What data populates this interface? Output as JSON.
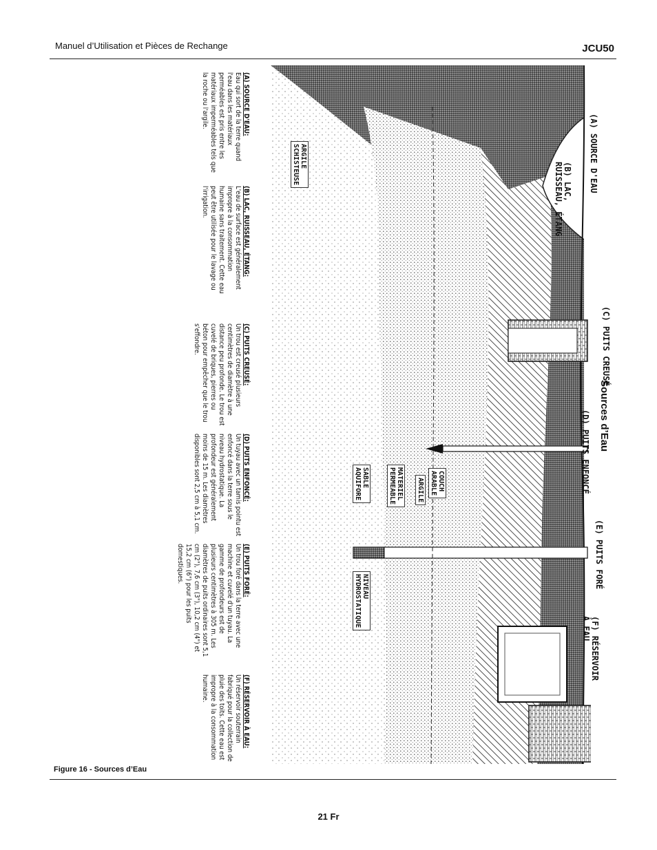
{
  "header": {
    "manual_title": "Manuel d’Utilisation et Pièces de Rechange",
    "model": "JCU50"
  },
  "section_title": "Sources d’Eau",
  "figure": {
    "caption": "Figure 16 - Sources d’Eau",
    "labels": {
      "a": "(A) SOURCE D'EAU",
      "b": "(B) LAC,\nRUISSEAU, ÉTANG",
      "c": "(C) PUITS CREUSÉ",
      "d": "(D) PUITS ENFONCÉ",
      "e": "(E) PUITS FORÉ",
      "f": "(F) RÉSERVOIR\nÀ EAU"
    },
    "strata": {
      "argile_schisteuse": "ARGILE\nSCHISTEUSE",
      "couche_arable": "COUCH\nARABLE",
      "argile": "ARGILE",
      "materiel_permeable": "MATERIEL\nPERMEABLE",
      "sable_aquifere": "SABLE\nAQUIFORE",
      "niveau_hydrostatique": "NIVEAU\nHYDROSTATIQUE"
    },
    "descriptions": [
      {
        "title": "(A) SOURCE D'EAU:",
        "text": "Eau qui sort de la terre quand l'eau dans les matériaux perméables est pris entre les matériaux imperméables tels que la roche ou l'argile."
      },
      {
        "title": "(B) LAC, RUISSEAU, ÉTANG:",
        "text": "L'eau de surface est généralement impropre à la consommation humaine sans traitement. Cette eau peut être utilisée pour le lavage ou l'irrigation."
      },
      {
        "title": "(C) PUITS CREUSÉ:",
        "text": "Un trou est creusé plusieurs centimètres de diamètre à une distance peu profonde. Le trou est cuvelé de briques, pierres ou béton pour empêcher que le trou s'effondre."
      },
      {
        "title": "(D) PUITS ENFONCÉ:",
        "text": "Un tuyau avec un tamis pointu est enfoncé dans la terre sous le niveau hydrostatique. La profondeur est généralement moins de 15 m. Les diamètres disponibles sont 2,5 cm à 5,1 cm."
      },
      {
        "title": "(E) PUITS FORÉ:",
        "text": "Un trou foré dans la terre avec une machine et cuvelé d'un tuyau. La gamme de profondeurs est de plusieurs centimètres à 305 m. Les diamètres de puits ordinaires sont 5,1 cm (2\"), 7,6 cm (3\"), 10,2 cm (4\") et 15,2 cm (6\") pour les puits domestiques."
      },
      {
        "title": "(F) RÉSERVOIR À EAU:",
        "text": "Un réservoir souterrain fabriqué pour la collection de pluie des toits. Cette eau est impropre à la consommation humaine."
      }
    ]
  },
  "page_number": "21 Fr"
}
